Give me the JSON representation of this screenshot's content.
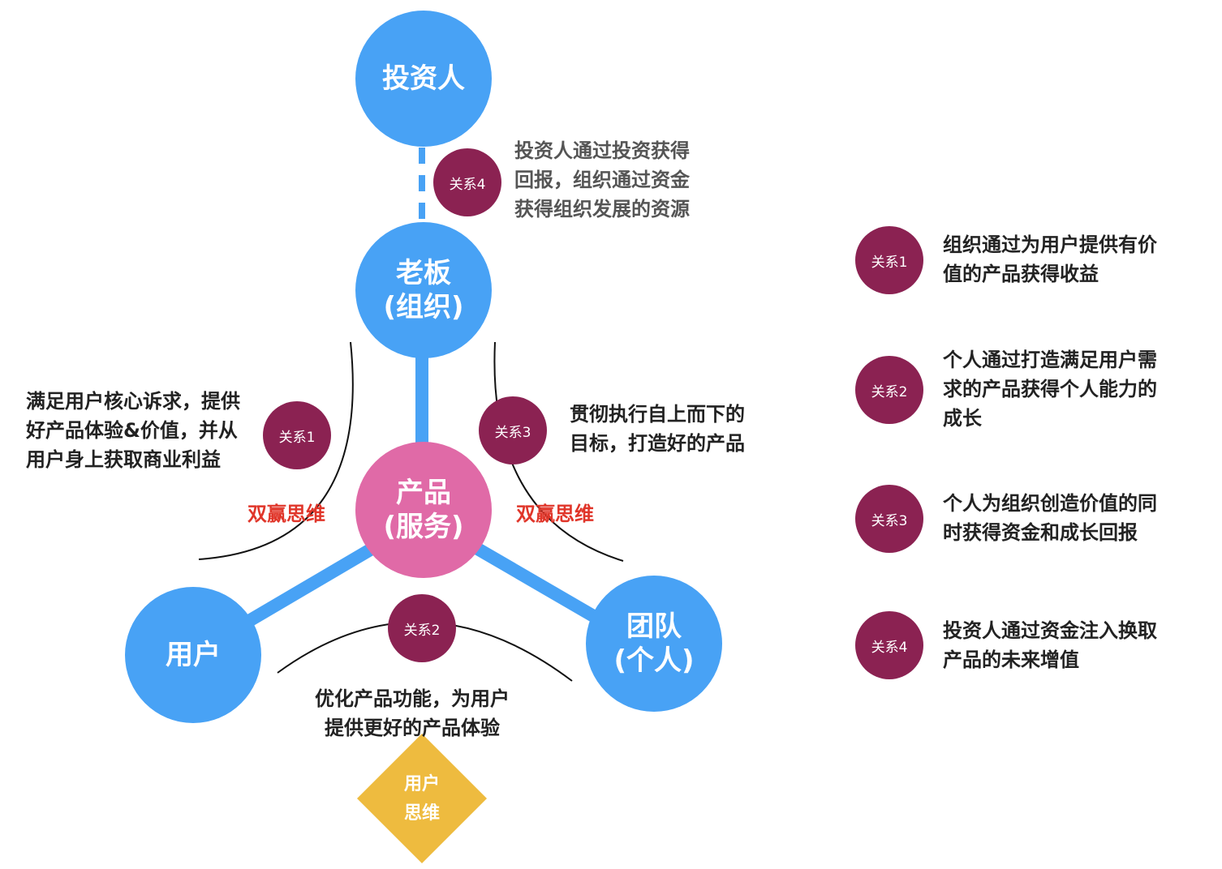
{
  "colors": {
    "node_blue": "#48a2f5",
    "node_pink": "#e06aa7",
    "badge": "#8b2252",
    "connector": "#48a2f5",
    "winwin_text": "#e0362a",
    "diamond": "#eebb3f"
  },
  "nodes": {
    "investor": {
      "label": "投资人"
    },
    "boss": {
      "line1": "老板",
      "line2": "(组织)"
    },
    "product": {
      "line1": "产品",
      "line2": "(服务)"
    },
    "user": {
      "label": "用户"
    },
    "team": {
      "line1": "团队",
      "line2": "(个人)"
    }
  },
  "badges": {
    "r1": "关系1",
    "r2": "关系2",
    "r3": "关系3",
    "r4": "关系4"
  },
  "notes": {
    "investor_note": [
      "投资人通过投资获得",
      "回报，组织通过资金",
      "获得组织发展的资源"
    ],
    "user_note": [
      "满足用户核心诉求，提供",
      "好产品体验&价值，并从",
      "用户身上获取商业利益"
    ],
    "team_note": [
      "贯彻执行自上而下的",
      "目标，打造好的产品"
    ],
    "product_note": [
      "优化产品功能，为用户",
      "提供更好的产品体验"
    ]
  },
  "winwin": {
    "left": "双赢思维",
    "right": "双赢思维"
  },
  "diamond": {
    "line1": "用户",
    "line2": "思维"
  },
  "legend": [
    {
      "badge": "关系1",
      "lines": [
        "组织通过为用户提供有价",
        "值的产品获得收益"
      ]
    },
    {
      "badge": "关系2",
      "lines": [
        "个人通过打造满足用户需",
        "求的产品获得个人能力的",
        "成长"
      ]
    },
    {
      "badge": "关系3",
      "lines": [
        "个人为组织创造价值的同",
        "时获得资金和成长回报"
      ]
    },
    {
      "badge": "关系4",
      "lines": [
        "投资人通过资金注入换取",
        "产品的未来增值"
      ]
    }
  ]
}
